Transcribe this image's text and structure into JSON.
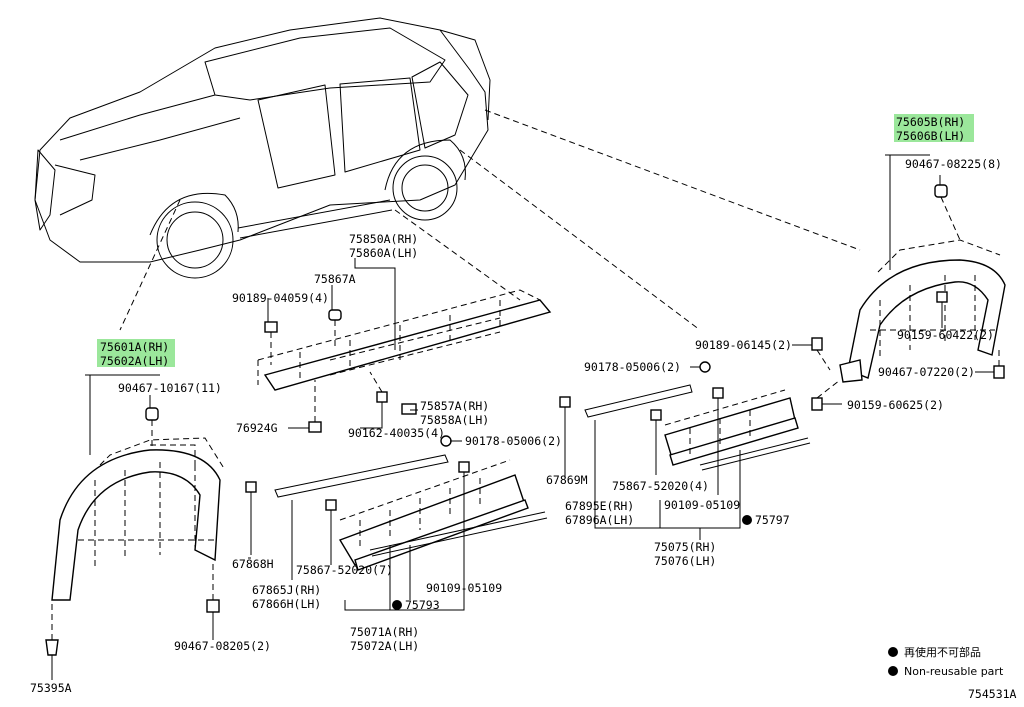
{
  "diagram_id": "754531A",
  "highlight_color": "#9be79b",
  "labels": {
    "p75850A": "75850A(RH)",
    "p75860A": "75860A(LH)",
    "p75867A": "75867A",
    "p90189_04059": "90189-04059(4)",
    "p76924G": "76924G",
    "p75857A": "75857A(RH)",
    "p75858A": "75858A(LH)",
    "p90162_40035": "90162-40035(4)",
    "p90178_05006b": "90178-05006(2)",
    "p75601A": "75601A(RH)",
    "p75602A": "75602A(LH)",
    "p90467_10167": "90467-10167(11)",
    "p67868H": "67868H",
    "p67865J": "67865J(RH)",
    "p67866H": "67866H(LH)",
    "p75867_52020_7": "75867-52020(7)",
    "p90109_05109a": "90109-05109",
    "p75793": "75793",
    "p75071A": "75071A(RH)",
    "p75072A": "75072A(LH)",
    "p90467_08205": "90467-08205(2)",
    "p75395A": "75395A",
    "p90178_05006a": "90178-05006(2)",
    "p67869M": "67869M",
    "p67895E": "67895E(RH)",
    "p67896A": "67896A(LH)",
    "p75867_52020_4": "75867-52020(4)",
    "p90109_05109b": "90109-05109",
    "p75797": "75797",
    "p75075": "75075(RH)",
    "p75076": "75076(LH)",
    "p90189_06145": "90189-06145(2)",
    "p75605B": "75605B(RH)",
    "p75606B": "75606B(LH)",
    "p90467_08225": "90467-08225(8)",
    "p90159_60422": "90159-60422(2)",
    "p90467_07220": "90467-07220(2)",
    "p90159_60625": "90159-60625(2)"
  },
  "legend": {
    "line1": "再使用不可部品",
    "line2": "Non-reusable part"
  }
}
